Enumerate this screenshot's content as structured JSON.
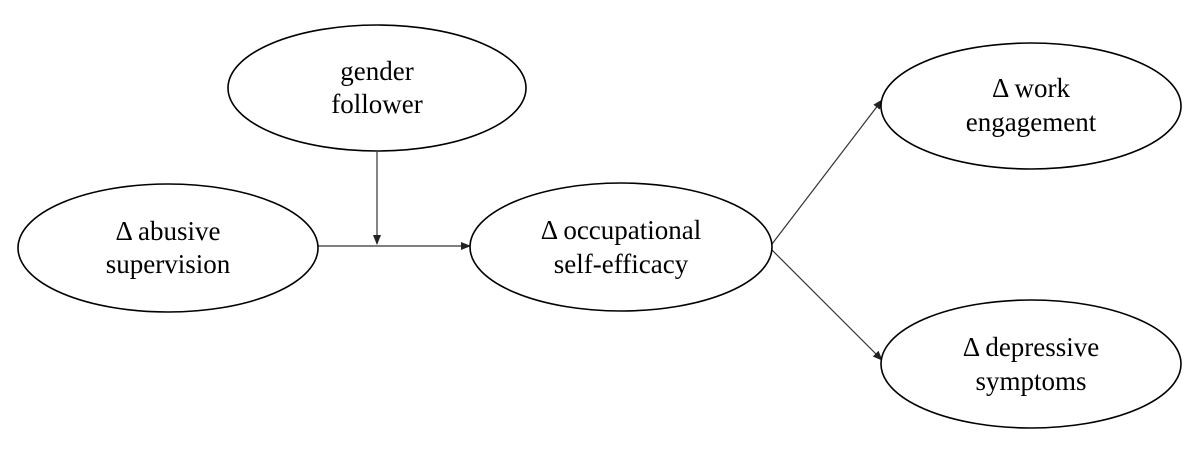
{
  "nodes": {
    "gender_follower": {
      "line1": "gender",
      "line2": "follower"
    },
    "abusive_supervision": {
      "line1": "Δ abusive",
      "line2": "supervision"
    },
    "occupational_self_efficacy": {
      "line1": "Δ occupational",
      "line2": "self-efficacy"
    },
    "work_engagement": {
      "line1": "Δ work",
      "line2": "engagement"
    },
    "depressive_symptoms": {
      "line1": "Δ depressive",
      "line2": "symptoms"
    }
  },
  "edges": [
    {
      "from": "abusive_supervision",
      "to": "occupational_self_efficacy",
      "type": "direct"
    },
    {
      "from": "gender_follower",
      "to": "abusive_supervision->occupational_self_efficacy",
      "type": "moderation"
    },
    {
      "from": "occupational_self_efficacy",
      "to": "work_engagement",
      "type": "direct"
    },
    {
      "from": "occupational_self_efficacy",
      "to": "depressive_symptoms",
      "type": "direct"
    }
  ],
  "colors": {
    "node_stroke": "#000000",
    "edge_stroke": "#333333",
    "background": "#ffffff"
  }
}
